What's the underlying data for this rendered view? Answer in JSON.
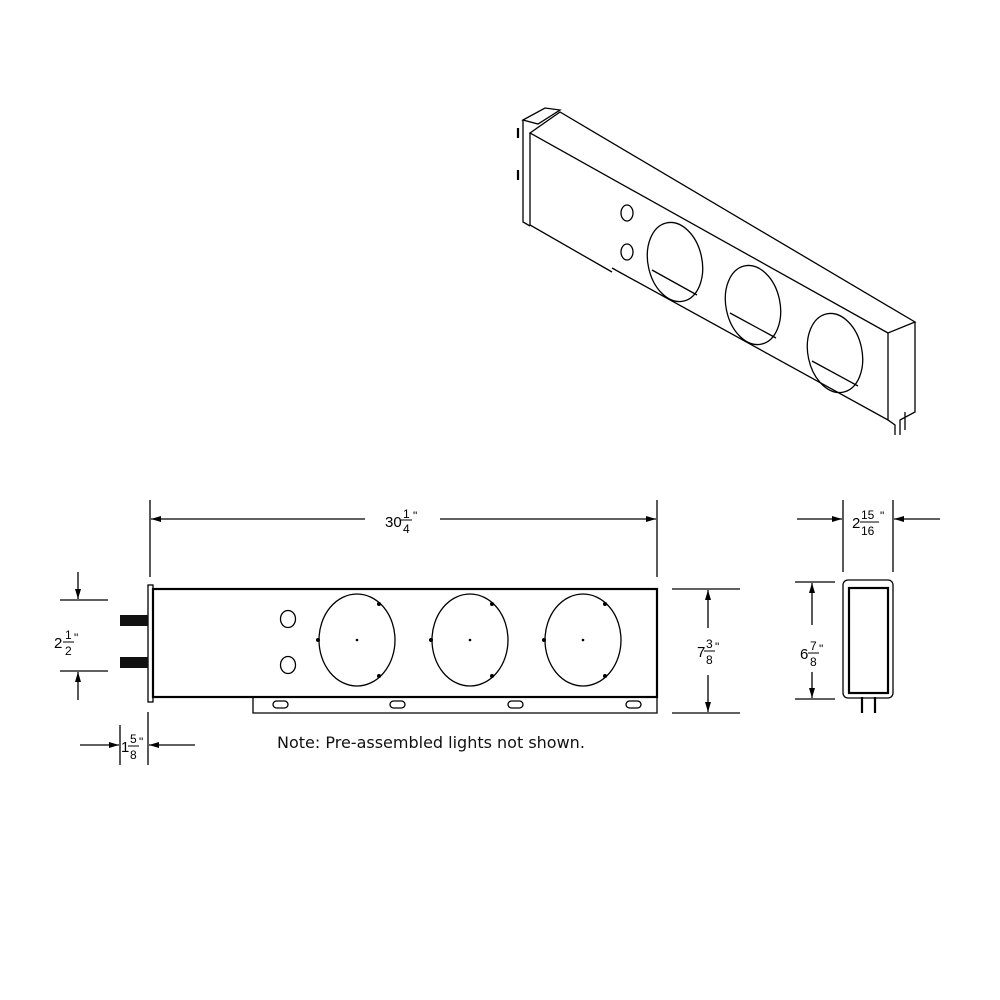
{
  "dimensions": {
    "overall_length": {
      "whole": "30",
      "num": "1",
      "den": "4",
      "unit": "\""
    },
    "stud_spacing": {
      "whole": "2",
      "num": "1",
      "den": "2",
      "unit": "\""
    },
    "stud_length": {
      "whole": "1",
      "num": "5",
      "den": "8",
      "unit": "\""
    },
    "front_height": {
      "whole": "7",
      "num": "3",
      "den": "8",
      "unit": "\""
    },
    "depth": {
      "whole": "2",
      "num": "15",
      "den": "16",
      "unit": "\""
    },
    "side_height": {
      "whole": "6",
      "num": "7",
      "den": "8",
      "unit": "\""
    }
  },
  "note": "Note: Pre-assembled lights not shown.",
  "colors": {
    "line": "#000000",
    "background": "#ffffff"
  }
}
